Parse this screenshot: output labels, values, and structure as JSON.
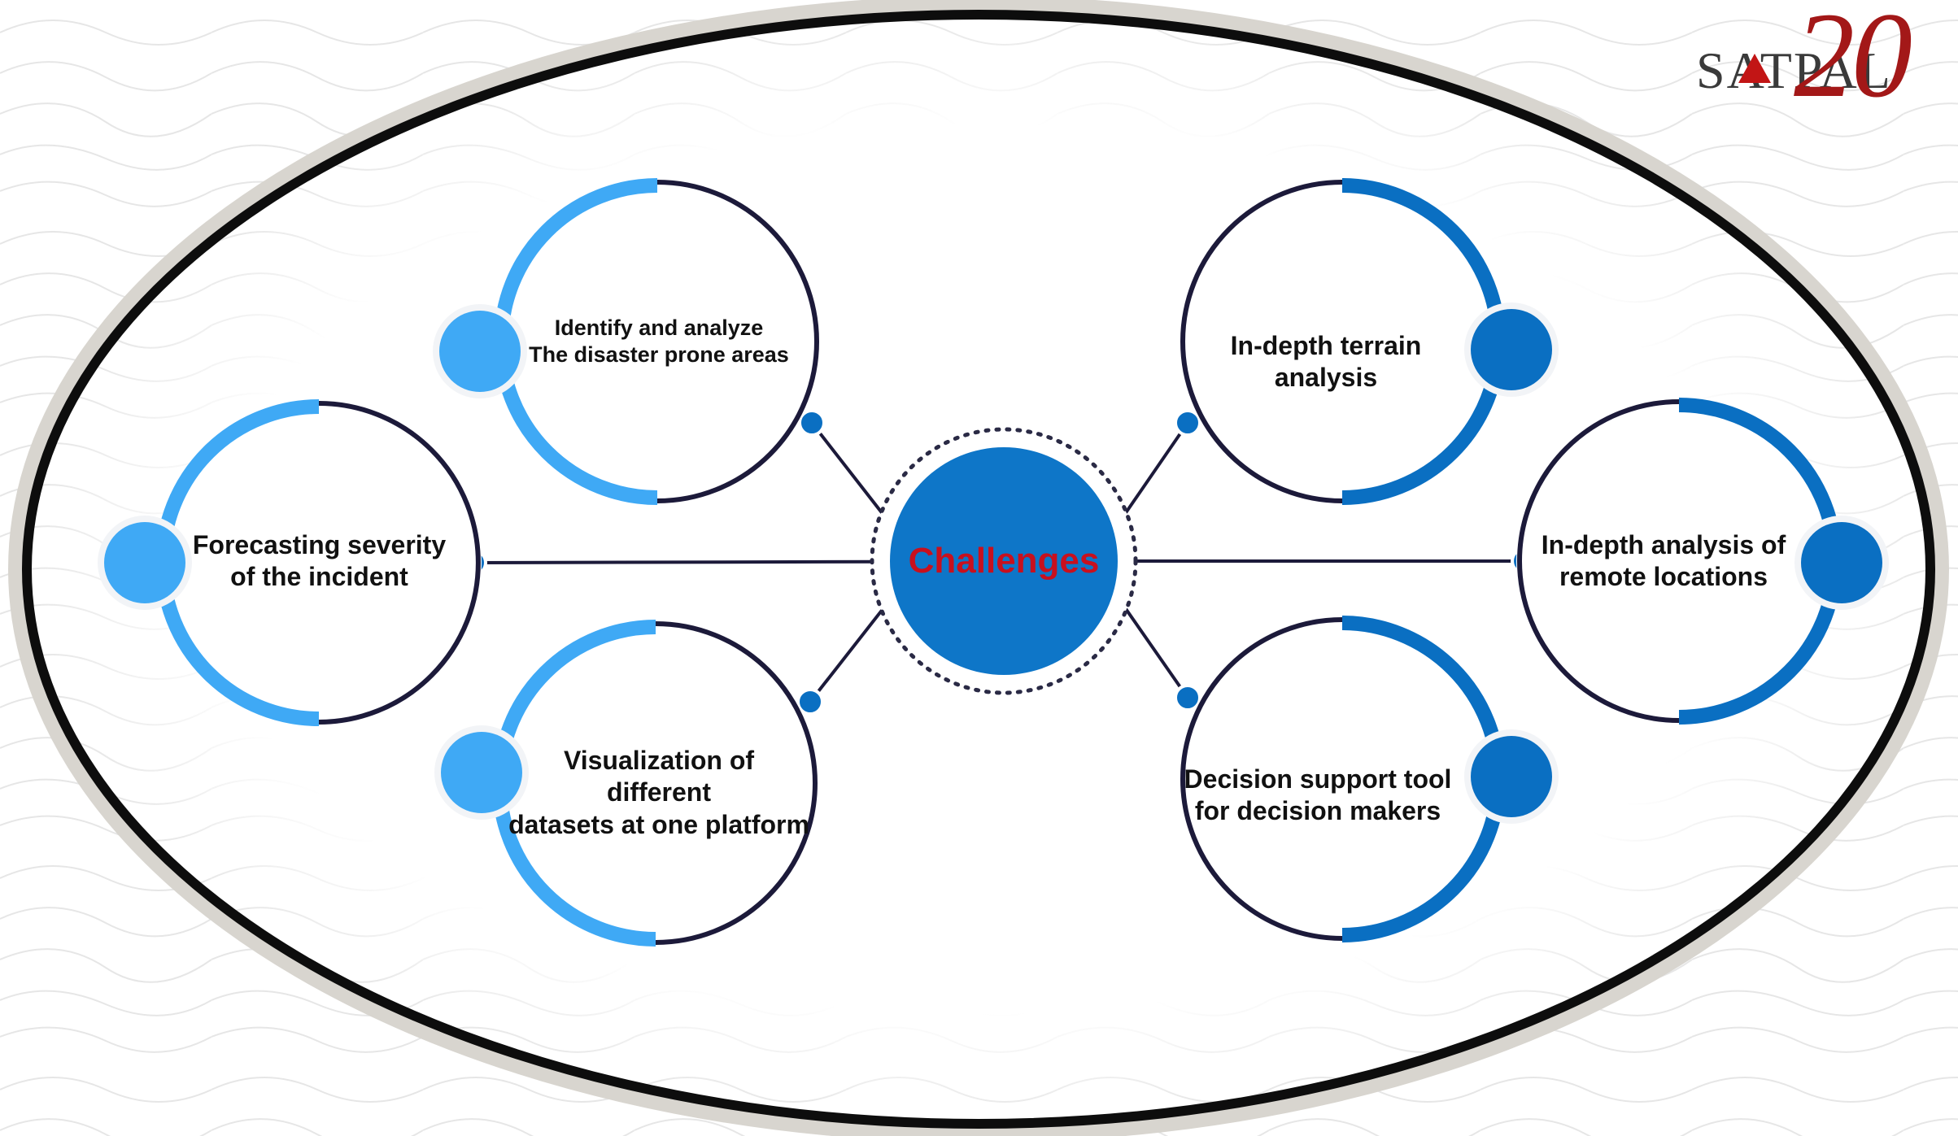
{
  "logo": {
    "brand": "SATPAL",
    "years": "20"
  },
  "diagram": {
    "center": {
      "label": "Challenges"
    },
    "nodes": [
      {
        "id": "identify",
        "label": "Identify and analyze\nThe disaster prone areas"
      },
      {
        "id": "forecast",
        "label": "Forecasting severity\nof the incident"
      },
      {
        "id": "visualize",
        "label": "Visualization of\ndifferent\ndatasets at one platform"
      },
      {
        "id": "terrain",
        "label": "In-depth terrain\nanalysis"
      },
      {
        "id": "remote",
        "label": "In-depth analysis of\nremote locations"
      },
      {
        "id": "decision",
        "label": "Decision support tool\nfor decision makers"
      }
    ]
  },
  "colors": {
    "accent_light": "#3fa9f5",
    "accent_dark": "#0a6fc2",
    "ring_dark": "#1c1a3a",
    "center_fill": "#0e76c8",
    "center_text": "#c8101e"
  }
}
